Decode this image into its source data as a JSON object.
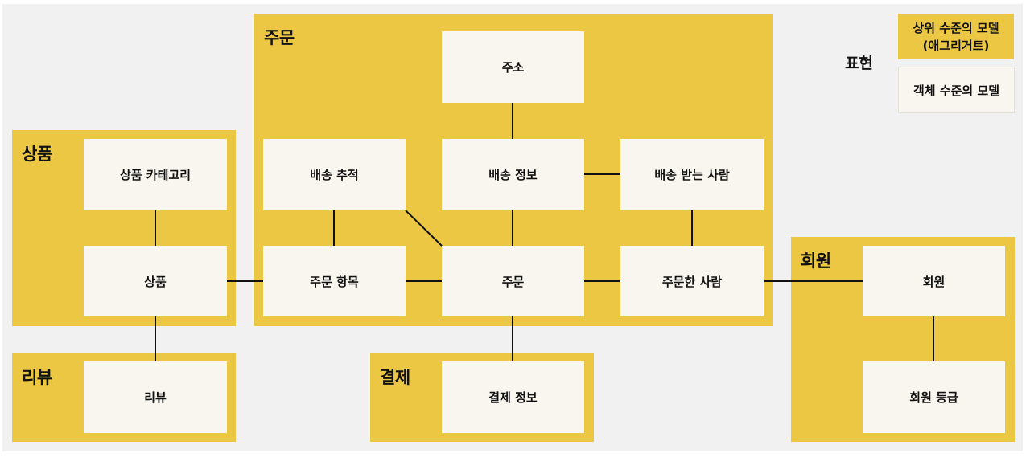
{
  "aggregates": {
    "product": "상품",
    "review": "리뷰",
    "order": "주문",
    "payment": "결제",
    "member": "회원"
  },
  "objects": {
    "product_category": "상품 카테고리",
    "product": "상품",
    "review": "리뷰",
    "address": "주소",
    "delivery_tracking": "배송 추적",
    "delivery_info": "배송 정보",
    "recipient": "배송 받는 사람",
    "order_item": "주문 항목",
    "order": "주문",
    "orderer": "주문한 사람",
    "payment_info": "결제 정보",
    "member": "회원",
    "member_grade": "회원 등급"
  },
  "legend": {
    "title": "표현",
    "aggregate_line1": "상위 수준의 모델",
    "aggregate_line2": "(애그리거트)",
    "object": "객체 수준의 모델"
  },
  "colors": {
    "aggregate": "#ecc743",
    "object": "#f8f6ee",
    "background": "#f1f1f1"
  }
}
